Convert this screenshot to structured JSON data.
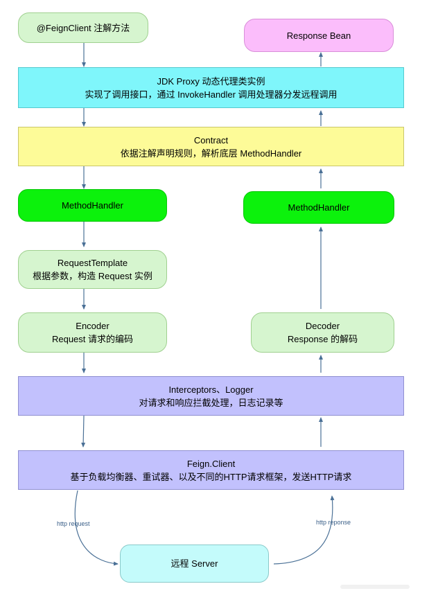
{
  "nodes": {
    "feign_client_annotation": "@FeignClient 注解方法",
    "response_bean": "Response Bean",
    "jdk_proxy": {
      "line1": "JDK Proxy 动态代理类实例",
      "line2": "实现了调用接口，通过 InvokeHandler 调用处理器分发远程调用"
    },
    "contract": {
      "line1": "Contract",
      "line2": "依据注解声明规则，解析底层 MethodHandler"
    },
    "method_handler_left": "MethodHandler",
    "method_handler_right": "MethodHandler",
    "request_template": {
      "line1": "RequestTemplate",
      "line2": "根据参数，构造 Request 实例"
    },
    "encoder": {
      "line1": "Encoder",
      "line2": "Request 请求的编码"
    },
    "decoder": {
      "line1": "Decoder",
      "line2": "Response 的解码"
    },
    "interceptors": {
      "line1": "Interceptors、Logger",
      "line2": "对请求和响应拦截处理，日志记录等"
    },
    "feign_client": {
      "line1": "Feign.Client",
      "line2": "基于负载均衡器、重试器、以及不同的HTTP请求框架，发送HTTP请求"
    },
    "server": "远程 Server"
  },
  "edge_labels": {
    "http_request": "http request",
    "http_response": "http reponse"
  },
  "colors": {
    "arrow": "#4a7096",
    "green_pill": "#d6f5cf",
    "bright_green": "#0cf20c",
    "pink": "#fbbdfb",
    "cyan": "#7ff6fb",
    "yellow": "#fdfb98",
    "lavender": "#c2c1fd",
    "server": "#c4fbfb"
  }
}
